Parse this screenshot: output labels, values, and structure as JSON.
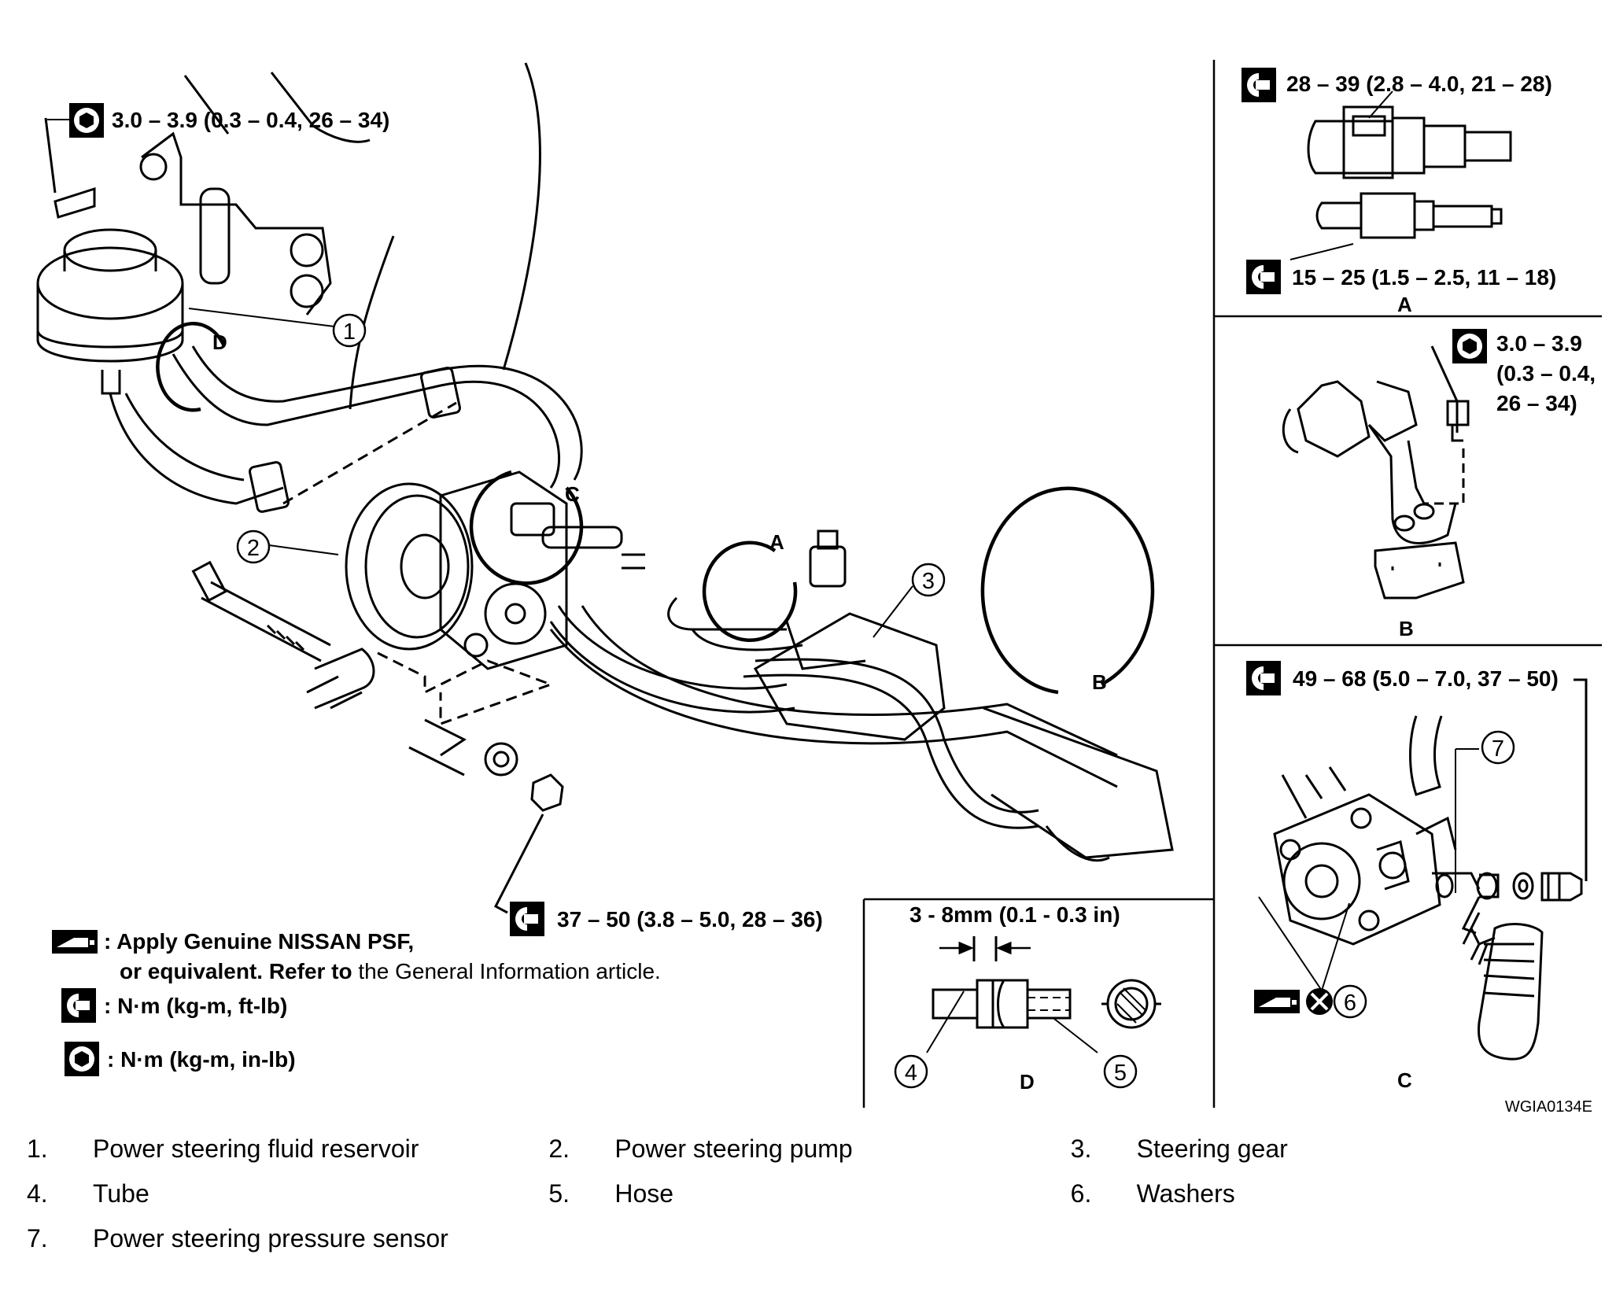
{
  "diagram": {
    "torques": {
      "reservoir_bolt": "3.0 – 3.9 (0.3 – 0.4, 26 – 34)",
      "detail_a_upper": "28 – 39 (2.8 – 4.0, 21 – 28)",
      "detail_a_lower": "15 – 25 (1.5 – 2.5, 11 – 18)",
      "detail_b_l1": "3.0 – 3.9",
      "detail_b_l2": "(0.3 – 0.4,",
      "detail_b_l3": "26 – 34)",
      "detail_c": "49 – 68 (5.0 – 7.0, 37 – 50)",
      "pump_nut": "37 – 50 (3.8 – 5.0, 28 – 36)"
    },
    "detail_d_gap": "3 - 8mm (0.1 - 0.3 in)",
    "panel_labels": {
      "a": "A",
      "b": "B",
      "c": "C",
      "d": "D"
    },
    "figure_code": "WGIA0134E",
    "callouts": [
      "1",
      "2",
      "3",
      "4",
      "5",
      "6",
      "7"
    ],
    "notes": {
      "psf_line1": ": Apply Genuine NISSAN PSF,",
      "psf_line2_bold": "or equivalent. Refer to",
      "psf_line2_rest": " the General Information article.",
      "nm_ft": ": N·m (kg-m, ft-lb)",
      "nm_in": ": N·m (kg-m, in-lb)"
    },
    "icons": [
      "torque-wrench-icon",
      "torque-wrench-solid-icon",
      "fluid-apply-icon",
      "do-not-reuse-icon"
    ]
  },
  "legend": {
    "items": [
      {
        "num": "1.",
        "text": "Power steering fluid reservoir"
      },
      {
        "num": "2.",
        "text": "Power steering pump"
      },
      {
        "num": "3.",
        "text": "Steering gear"
      },
      {
        "num": "4.",
        "text": "Tube"
      },
      {
        "num": "5.",
        "text": "Hose"
      },
      {
        "num": "6.",
        "text": "Washers"
      },
      {
        "num": "7.",
        "text": "Power steering pressure sensor"
      }
    ]
  }
}
